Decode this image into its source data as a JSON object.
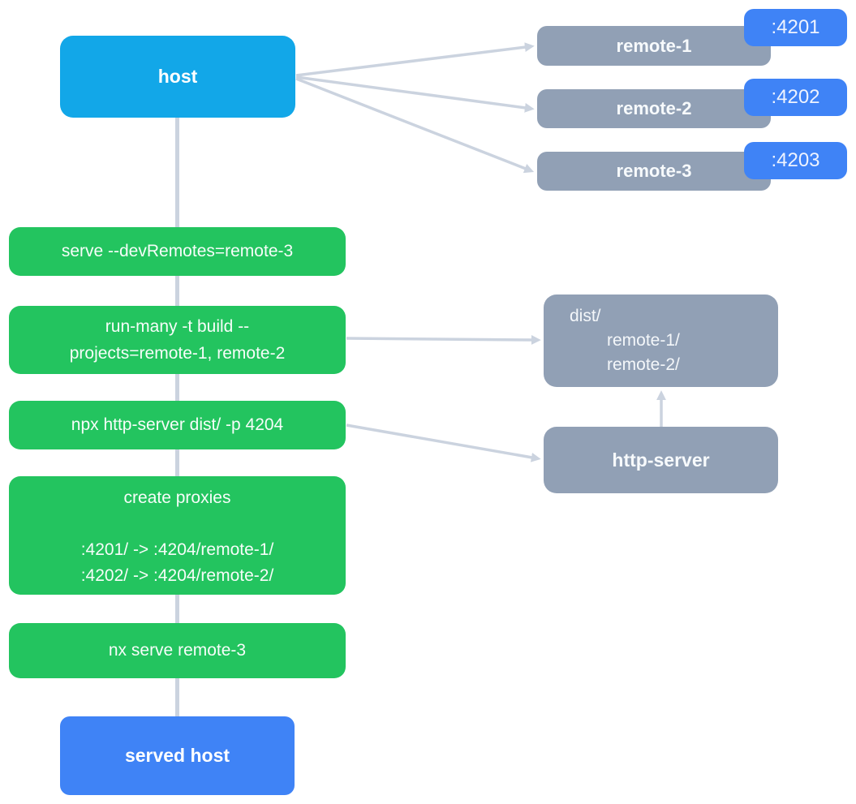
{
  "colors": {
    "bg": "#ffffff",
    "cyan": "#12A7E8",
    "green": "#23C45F",
    "slate": "#91A0B5",
    "blue": "#3F83F6",
    "connector": "#CBD3DF"
  },
  "nodes": {
    "host": {
      "label": "host"
    },
    "remotes": [
      {
        "label": "remote-1",
        "port": ":4201"
      },
      {
        "label": "remote-2",
        "port": ":4202"
      },
      {
        "label": "remote-3",
        "port": ":4203"
      }
    ],
    "steps": [
      {
        "lines": [
          "serve --devRemotes=remote-3"
        ]
      },
      {
        "lines": [
          "run-many -t build --",
          "projects=remote-1, remote-2"
        ]
      },
      {
        "lines": [
          "npx http-server dist/ -p 4204"
        ]
      },
      {
        "lines": [
          "create proxies",
          "",
          ":4201/ -> :4204/remote-1/",
          ":4202/ -> :4204/remote-2/"
        ]
      },
      {
        "lines": [
          "nx serve remote-3"
        ]
      }
    ],
    "dist": {
      "lines": [
        "dist/",
        "remote-1/",
        "remote-2/"
      ]
    },
    "http_server": {
      "label": "http-server"
    },
    "served_host": {
      "label": "served host"
    }
  }
}
